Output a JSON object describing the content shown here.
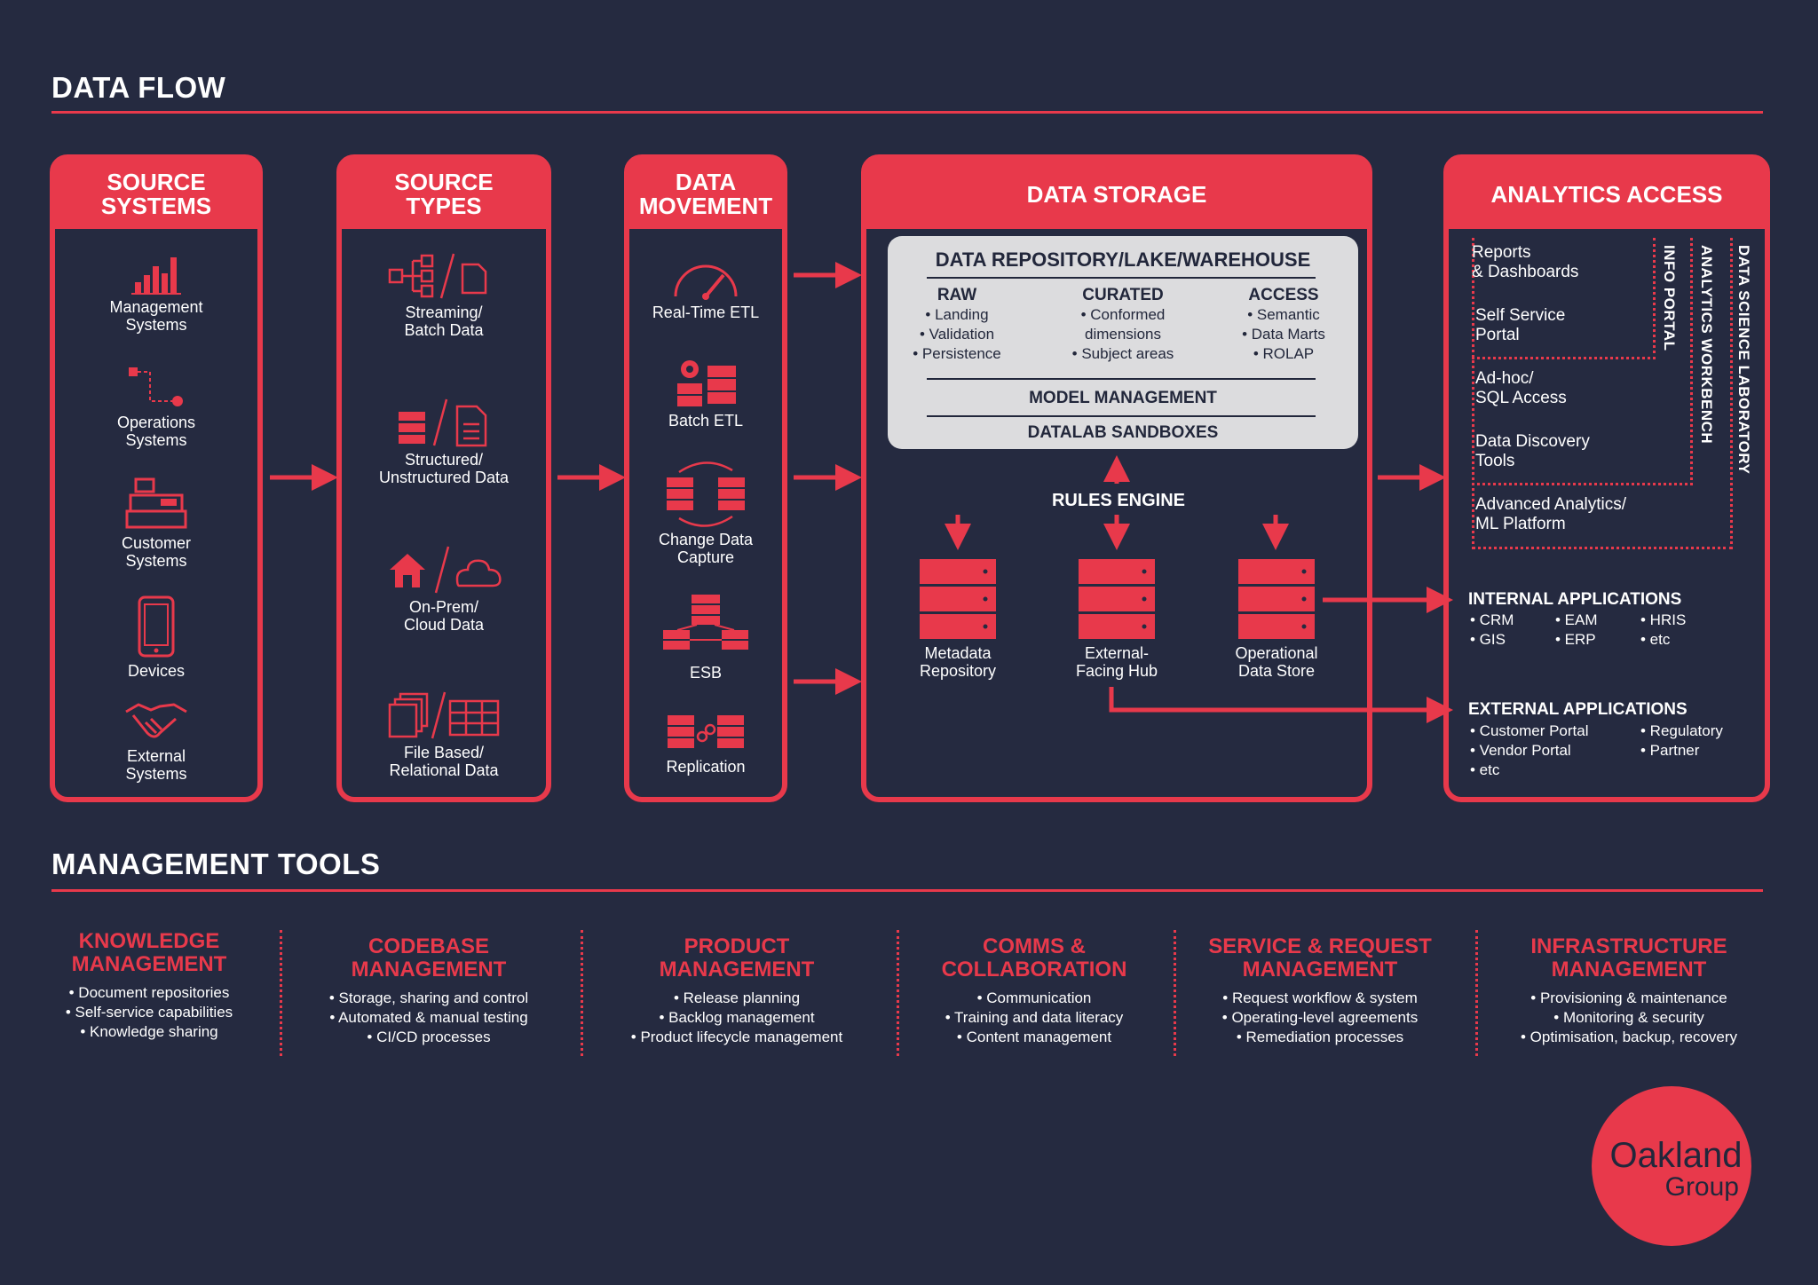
{
  "data_flow": {
    "title": "DATA FLOW"
  },
  "source_systems": {
    "title_line1": "SOURCE",
    "title_line2": "SYSTEMS",
    "items": [
      {
        "label": "Management\nSystems",
        "icon": "bar-chart-icon"
      },
      {
        "label": "Operations\nSystems",
        "icon": "process-flow-icon"
      },
      {
        "label": "Customer\nSystems",
        "icon": "cash-register-icon"
      },
      {
        "label": "Devices",
        "icon": "smartphone-icon"
      },
      {
        "label": "External\nSystems",
        "icon": "handshake-icon"
      }
    ]
  },
  "source_types": {
    "title_line1": "SOURCE",
    "title_line2": "TYPES",
    "items": [
      {
        "label": "Streaming/\nBatch Data",
        "icon": "stream-batch-icon"
      },
      {
        "label": "Structured/\nUnstructured Data",
        "icon": "structured-document-icon"
      },
      {
        "label": "On-Prem/\nCloud Data",
        "icon": "home-cloud-icon"
      },
      {
        "label": "File Based/\nRelational Data",
        "icon": "files-table-icon"
      }
    ]
  },
  "data_movement": {
    "title_line1": "DATA",
    "title_line2": "MOVEMENT",
    "items": [
      {
        "label": "Real-Time ETL",
        "icon": "speedometer-icon"
      },
      {
        "label": "Batch ETL",
        "icon": "gear-server-icon"
      },
      {
        "label": "Change Data\nCapture",
        "icon": "sync-servers-icon"
      },
      {
        "label": "ESB",
        "icon": "network-servers-icon"
      },
      {
        "label": "Replication",
        "icon": "replication-servers-icon"
      }
    ]
  },
  "data_storage": {
    "title": "DATA STORAGE",
    "repository": {
      "title": "DATA REPOSITORY/LAKE/WAREHOUSE",
      "raw": {
        "heading": "RAW",
        "items": [
          "• Landing",
          "• Validation",
          "• Persistence"
        ]
      },
      "curated": {
        "heading": "CURATED",
        "items": [
          "• Conformed",
          "dimensions",
          "• Subject areas"
        ]
      },
      "access": {
        "heading": "ACCESS",
        "items": [
          "• Semantic",
          "• Data Marts",
          "• ROLAP"
        ]
      },
      "model_management": "MODEL MANAGEMENT",
      "datalab_sandboxes": "DATALAB SANDBOXES"
    },
    "rules_engine": "RULES ENGINE",
    "stores": [
      {
        "label": "Metadata\nRepository"
      },
      {
        "label": "External-\nFacing Hub"
      },
      {
        "label": "Operational\nData Store"
      }
    ]
  },
  "analytics_access": {
    "title": "ANALYTICS ACCESS",
    "items": [
      "Reports\n& Dashboards",
      "Self Service\nPortal",
      "Ad-hoc/\nSQL Access",
      "Data Discovery\nTools",
      "Advanced Analytics/\nML Platform"
    ],
    "info_portal": "INFO PORTAL",
    "analytics_workbench": "ANALYTICS WORKBENCH",
    "data_science_laboratory": "DATA SCIENCE LABORATORY",
    "internal_apps": {
      "title": "INTERNAL APPLICATIONS",
      "items": [
        "• CRM",
        "• EAM",
        "• HRIS",
        "• GIS",
        "• ERP",
        "• etc"
      ]
    },
    "external_apps": {
      "title": "EXTERNAL APPLICATIONS",
      "items": [
        "• Customer Portal",
        "• Regulatory",
        "• Vendor Portal",
        "• Partner",
        "• etc"
      ]
    }
  },
  "management_tools": {
    "title": "MANAGEMENT TOOLS",
    "tools": [
      {
        "title": "KNOWLEDGE\nMANAGEMENT",
        "items": [
          "• Document repositories",
          "• Self-service capabilities",
          "• Knowledge sharing"
        ]
      },
      {
        "title": "CODEBASE\nMANAGEMENT",
        "items": [
          "• Storage, sharing and control",
          "• Automated & manual testing",
          "• CI/CD processes"
        ]
      },
      {
        "title": "PRODUCT\nMANAGEMENT",
        "items": [
          "• Release planning",
          "• Backlog management",
          "• Product lifecycle management"
        ]
      },
      {
        "title": "COMMS &\nCOLLABORATION",
        "items": [
          "• Communication",
          "• Training and data literacy",
          "• Content management"
        ]
      },
      {
        "title": "SERVICE & REQUEST\nMANAGEMENT",
        "items": [
          "• Request workflow & system",
          "• Operating-level agreements",
          "• Remediation processes"
        ]
      },
      {
        "title": "INFRASTRUCTURE\nMANAGEMENT",
        "items": [
          "• Provisioning & maintenance",
          "• Monitoring & security",
          "• Optimisation, backup, recovery"
        ]
      }
    ]
  },
  "logo": {
    "line1": "Oakland",
    "line2": "Group"
  },
  "colors": {
    "background": "#252a40",
    "accent": "#e8394b",
    "repository": "#dcdcde"
  }
}
